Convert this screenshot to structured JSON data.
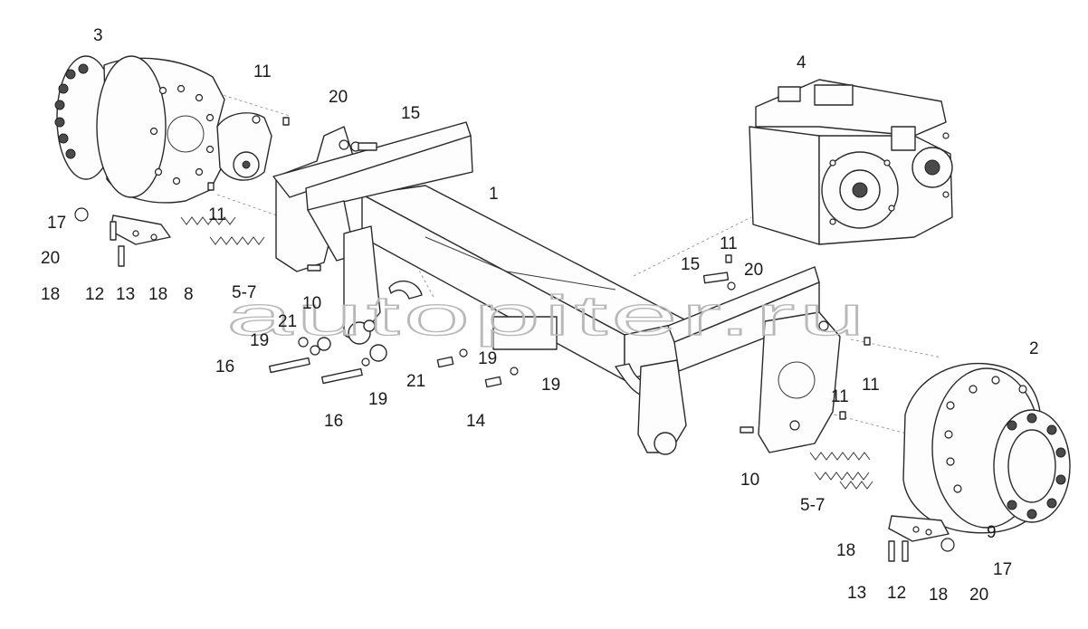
{
  "watermark": "autopiter.ru",
  "callouts": [
    {
      "id": "c3",
      "text": "3"
    },
    {
      "id": "c11a",
      "text": "11"
    },
    {
      "id": "c20a",
      "text": "20"
    },
    {
      "id": "c15a",
      "text": "15"
    },
    {
      "id": "c4",
      "text": "4"
    },
    {
      "id": "c1",
      "text": "1"
    },
    {
      "id": "c17a",
      "text": "17"
    },
    {
      "id": "c11b",
      "text": "11"
    },
    {
      "id": "c20b",
      "text": "20"
    },
    {
      "id": "c18a",
      "text": "18"
    },
    {
      "id": "c12a",
      "text": "12"
    },
    {
      "id": "c13a",
      "text": "13"
    },
    {
      "id": "c18b",
      "text": "18"
    },
    {
      "id": "c8",
      "text": "8"
    },
    {
      "id": "c57a",
      "text": "5-7"
    },
    {
      "id": "c10a",
      "text": "10"
    },
    {
      "id": "c21a",
      "text": "21"
    },
    {
      "id": "c19a",
      "text": "19"
    },
    {
      "id": "c16a",
      "text": "16"
    },
    {
      "id": "c16b",
      "text": "16"
    },
    {
      "id": "c19b",
      "text": "19"
    },
    {
      "id": "c21b",
      "text": "21"
    },
    {
      "id": "c19c",
      "text": "19"
    },
    {
      "id": "c19d",
      "text": "19"
    },
    {
      "id": "c14",
      "text": "14"
    },
    {
      "id": "c11c",
      "text": "11"
    },
    {
      "id": "c15b",
      "text": "15"
    },
    {
      "id": "c20c",
      "text": "20"
    },
    {
      "id": "c2",
      "text": "2"
    },
    {
      "id": "c11d",
      "text": "11"
    },
    {
      "id": "c11e",
      "text": "11"
    },
    {
      "id": "c10b",
      "text": "10"
    },
    {
      "id": "c57b",
      "text": "5-7"
    },
    {
      "id": "c9",
      "text": "9"
    },
    {
      "id": "c18c",
      "text": "18"
    },
    {
      "id": "c17b",
      "text": "17"
    },
    {
      "id": "c13b",
      "text": "13"
    },
    {
      "id": "c12b",
      "text": "12"
    },
    {
      "id": "c18d",
      "text": "18"
    },
    {
      "id": "c20d",
      "text": "20"
    }
  ]
}
